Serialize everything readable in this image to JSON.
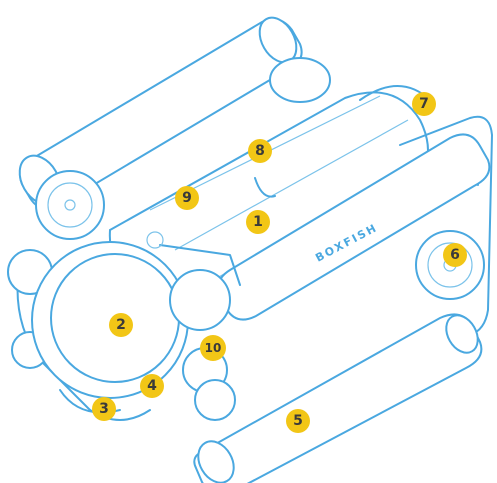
{
  "brand_text": "BOXFISH",
  "colors": {
    "line": "#4aa8e0",
    "badge": "#f2c616",
    "badge_text": "#3a3a3a"
  },
  "callouts": [
    "1",
    "2",
    "3",
    "4",
    "5",
    "6",
    "7",
    "8",
    "9",
    "10"
  ]
}
